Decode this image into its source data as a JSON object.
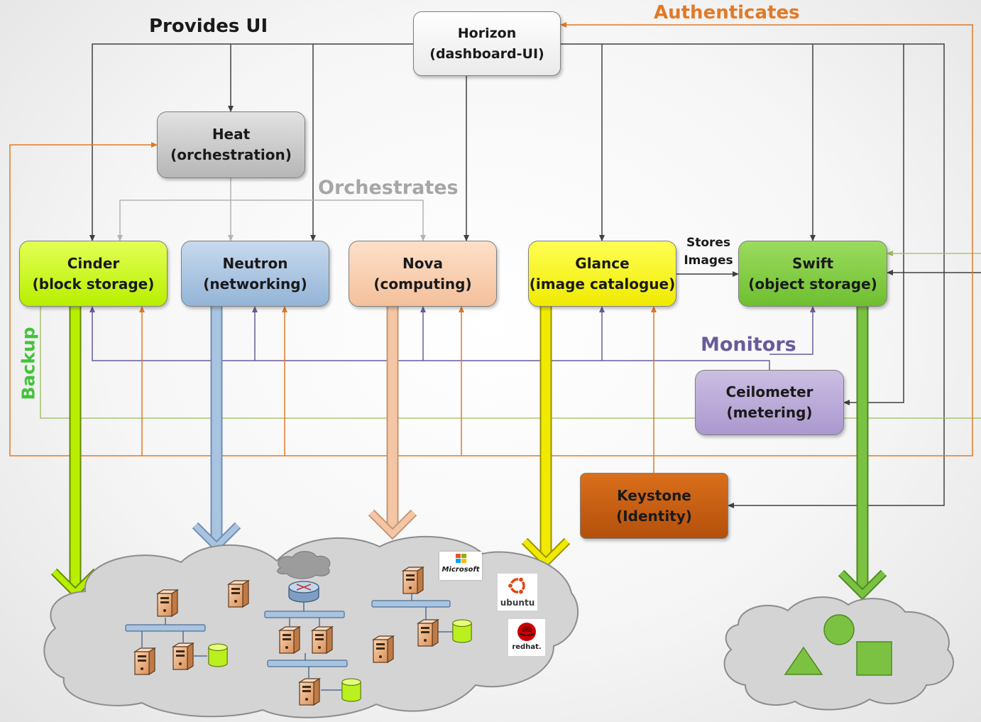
{
  "labels": {
    "provides_ui": "Provides UI",
    "authenticates": "Authenticates",
    "orchestrates": "Orchestrates",
    "monitors": "Monitors",
    "backup": "Backup",
    "stores_line1": "Stores",
    "stores_line2": "Images"
  },
  "nodes": {
    "horizon": {
      "name": "Horizon",
      "role": "(dashboard-UI)"
    },
    "heat": {
      "name": "Heat",
      "role": "(orchestration)"
    },
    "cinder": {
      "name": "Cinder",
      "role": "(block storage)"
    },
    "neutron": {
      "name": "Neutron",
      "role": "(networking)"
    },
    "nova": {
      "name": "Nova",
      "role": "(computing)"
    },
    "glance": {
      "name": "Glance",
      "role": "(image catalogue)"
    },
    "swift": {
      "name": "Swift",
      "role": "(object storage)"
    },
    "ceilometer": {
      "name": "Ceilometer",
      "role": "(metering)"
    },
    "keystone": {
      "name": "Keystone",
      "role": "(Identity)"
    }
  },
  "logos": {
    "microsoft": "Microsoft",
    "ubuntu": "ubuntu",
    "redhat": "redhat."
  },
  "colors": {
    "provides_ui": "#404040",
    "authenticates": "#e07a27",
    "orchestrates": "#b3b3b3",
    "monitors": "#6a5a9b",
    "backup": "#9bbb59",
    "cinder": "#b8ef00",
    "neutron": "#a9c4e1",
    "nova": "#f5c6a5",
    "glance": "#f0ea00",
    "swift": "#7bc142",
    "keystone": "#c55a11",
    "ceilometer": "#b4a7d6"
  }
}
